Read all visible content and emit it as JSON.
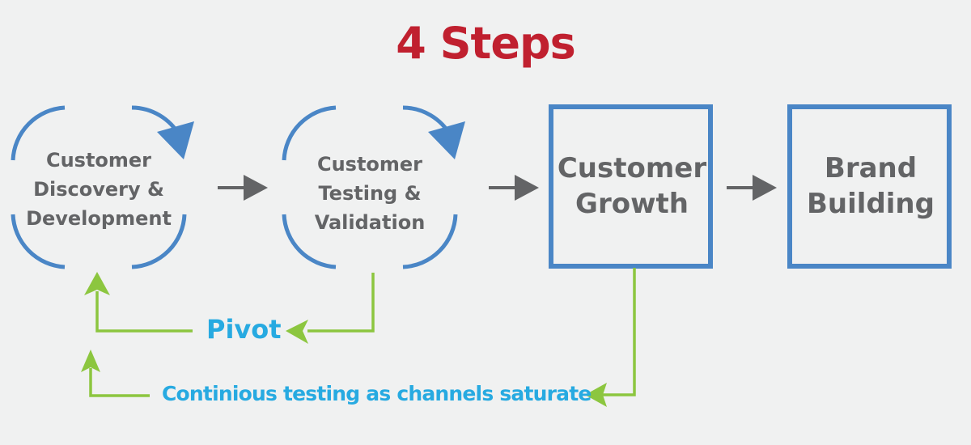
{
  "title": "4 Steps",
  "colors": {
    "title": "#c0202f",
    "step_outline": "#4a86c6",
    "step_text": "#636466",
    "flow_arrow": "#636466",
    "feedback_arrow": "#8cc63f",
    "feedback_label": "#27aae1",
    "background": "#f0f1f1"
  },
  "steps": [
    {
      "id": "discovery",
      "label_lines": [
        "Customer",
        "Discovery &",
        "Development"
      ],
      "shape": "cycle"
    },
    {
      "id": "testing",
      "label_lines": [
        "Customer",
        "Testing &",
        "Validation"
      ],
      "shape": "cycle"
    },
    {
      "id": "growth",
      "label_lines": [
        "Customer",
        "Growth"
      ],
      "shape": "box"
    },
    {
      "id": "brand",
      "label_lines": [
        "Brand",
        "Building"
      ],
      "shape": "box"
    }
  ],
  "feedback": [
    {
      "label": "Pivot",
      "from": "testing",
      "to": "discovery"
    },
    {
      "label": "Continious testing as channels saturate",
      "from": "growth",
      "to": "discovery"
    }
  ]
}
